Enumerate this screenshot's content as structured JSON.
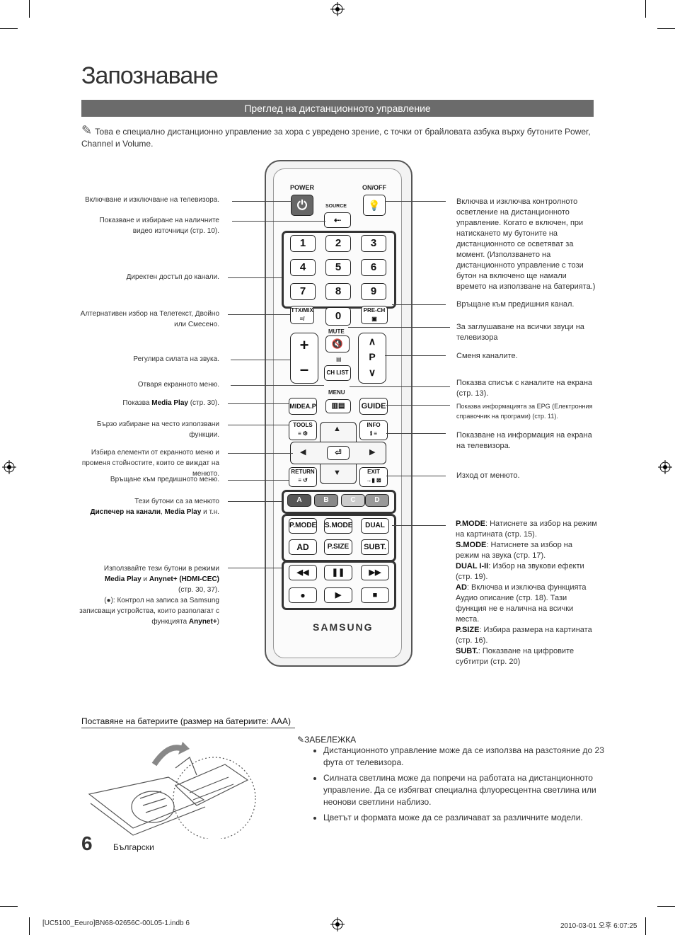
{
  "page": {
    "title": "Запознаване",
    "banner": "Преглед на дистанционното управление",
    "note": "Това е специално дистанционно управление за хора с увредено зрение, с точки от брайловата азбука върху бутоните Power, Channel и Volume.",
    "page_number": "6",
    "language": "Български",
    "footer_left": "[UC5100_Eeuro]BN68-02656C-00L05-1.indb   6",
    "footer_right": "2010-03-01   오후 6:07:25"
  },
  "left_labels": {
    "power": "Включване и изключване на телевизора.",
    "source": "Показване и избиране на наличните видео източници (стр. 10).",
    "numbers": "Директен достъп до канали.",
    "ttx": "Алтернативен избор на Телетекст, Двойно или Смесено.",
    "volume": "Регулира силата на звука.",
    "menu": "Отваря екранното меню.",
    "mediap_pre": "Показва ",
    "mediap_bold": "Media Play",
    "mediap_post": " (стр. 30).",
    "tools": "Бързо избиране на често използвани функции.",
    "nav": "Избира елементи от екранното меню и променя стойностите, които се виждат на менюто.",
    "return": "Връщане към предишното меню.",
    "abcd_1": "Тези бутони са за менюто",
    "abcd_2_bold1": "Диспечер на канали",
    "abcd_2_mid": ", ",
    "abcd_2_bold2": "Media Play",
    "abcd_2_post": " и т.н.",
    "media_1": "Използвайте тези бутони в режими",
    "media_2_bold1": "Media Play",
    "media_2_mid": " и ",
    "media_2_bold2": "Anynet+ (HDMI-CEC)",
    "media_3": "(стр. 30, 37).",
    "media_4": "(●): Контрол на записа за Samsung записващи устройства, които разполагат с функцията ",
    "media_4_bold": "Anynet+",
    "media_4_post": ")"
  },
  "right_labels": {
    "onoff": "Включва и изключва контролното осветление на дистанционното управление. Когато е включен, при натискането му бутоните на дистанционното се осветяват за момент. (Използването на дистанционното управление с този бутон на включено ще намали времето на използване на батерията.)",
    "prech": "Връщане към предишния канал.",
    "mute": "За заглушаване на всички звуци на телевизора",
    "channel": "Сменя каналите.",
    "chlist": "Показва списък с каналите на екрана (стр. 13).",
    "guide": "Показва информацията за EPG (Електронния справочник на програми) (стр. 11).",
    "info": "Показване на  информация на екрана на телевизора.",
    "exit": "Изход от менюто.",
    "modes": [
      {
        "b": "P.MODE",
        "t": ": Натиснете за избор на режим на картината (стр. 15)."
      },
      {
        "b": "S.MODE",
        "t": ": Натиснете за избор на режим на звука (стр. 17)."
      },
      {
        "b": "DUAL I-II",
        "t": ": Избор на звукови ефекти (стр. 19)."
      },
      {
        "b": "AD",
        "t": ": Включва и изключва функцията Аудио описание (стр. 18). Тази функция не е налична на всички места."
      },
      {
        "b": "P.SIZE",
        "t": ": Избира размера на картината (стр. 16)."
      },
      {
        "b": "SUBT.",
        "t": ": Показване на цифровите субтитри (стр. 20)"
      }
    ]
  },
  "remote": {
    "power": "POWER",
    "onoff": "ON/OFF",
    "source": "SOURCE",
    "digits": [
      "1",
      "2",
      "3",
      "4",
      "5",
      "6",
      "7",
      "8",
      "9"
    ],
    "zero": "0",
    "ttx": "TTX/MIX",
    "prech": "PRE-CH",
    "mute": "MUTE",
    "chlist": "CH LIST",
    "p": "P",
    "menu": "MENU",
    "mediap": "MIDEA.P",
    "guide": "GUIDE",
    "tools": "TOOLS",
    "info": "INFO",
    "return": "RETURN",
    "exit": "EXIT",
    "colors": [
      "A",
      "B",
      "C",
      "D"
    ],
    "color_hex": [
      "#555555",
      "#888888",
      "#cccccc",
      "#999999"
    ],
    "pmode": "P.MODE",
    "smode": "S.MODE",
    "dual": "DUAL",
    "ad": "AD",
    "psize": "P.SIZE",
    "subt": "SUBT.",
    "brand": "SAMSUNG"
  },
  "battery": {
    "heading": "Поставяне на батериите (размер на батериите: AAA)",
    "note_title": "ЗАБЕЛЕЖКА",
    "notes": [
      "Дистанционното управление може да се използва на разстояние до 23 фута от телевизора.",
      "Силната светлина може да попречи на работата на дистанционното управление. Да се избягват специална флуоресцентна светлина или неонови светлини наблизо.",
      "Цветът и формата може да се различават за различните модели."
    ]
  }
}
